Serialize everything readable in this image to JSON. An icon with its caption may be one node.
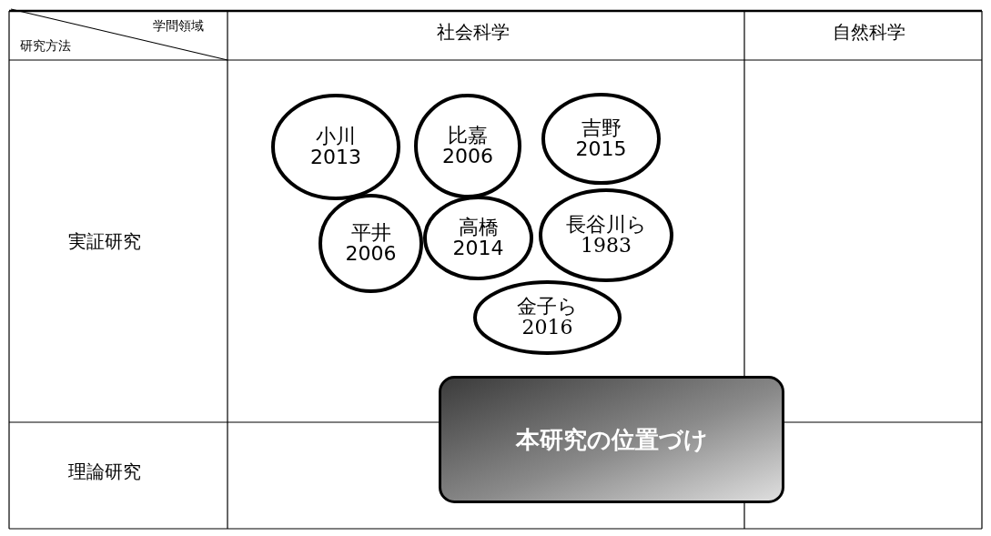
{
  "diagram": {
    "nodes": [
      {
        "text": [
          "小川",
          "2013"
        ]
      },
      {
        "text": [
          "比嘉",
          "2006"
        ]
      },
      {
        "text": [
          "吉野",
          "2015"
        ]
      },
      {
        "text": [
          "平井",
          "2006"
        ]
      },
      {
        "text": [
          "高橋",
          "2014"
        ]
      },
      {
        "text": [
          "長谷川ら",
          "1983"
        ]
      },
      {
        "text": [
          "金子ら",
          "2016"
        ]
      },
      {
        "text": [
          "本研究の位置づけ"
        ]
      }
    ],
    "labels": [
      "学問領域",
      "研究方法",
      "社会科学",
      "自然科学",
      "実証研究",
      "理論研究"
    ]
  }
}
